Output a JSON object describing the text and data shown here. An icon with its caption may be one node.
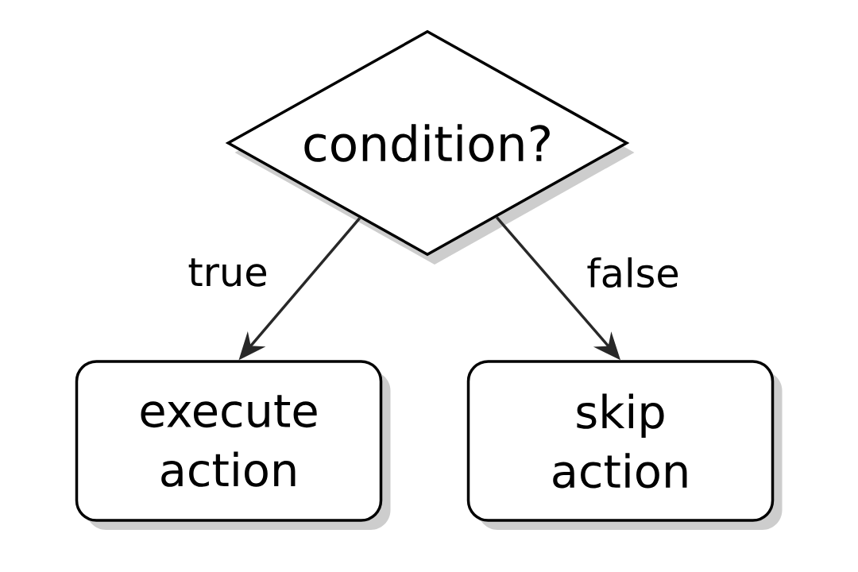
{
  "diagram": {
    "nodes": [
      {
        "text": [
          "condition?"
        ]
      },
      {
        "text": [
          "execute action"
        ]
      },
      {
        "text": [
          "skip action"
        ]
      }
    ],
    "edges": [
      {
        "from": 0,
        "to": 1,
        "arrow": "to",
        "label": "true"
      },
      {
        "from": 0,
        "to": 2,
        "arrow": "to",
        "label": "false"
      }
    ]
  }
}
